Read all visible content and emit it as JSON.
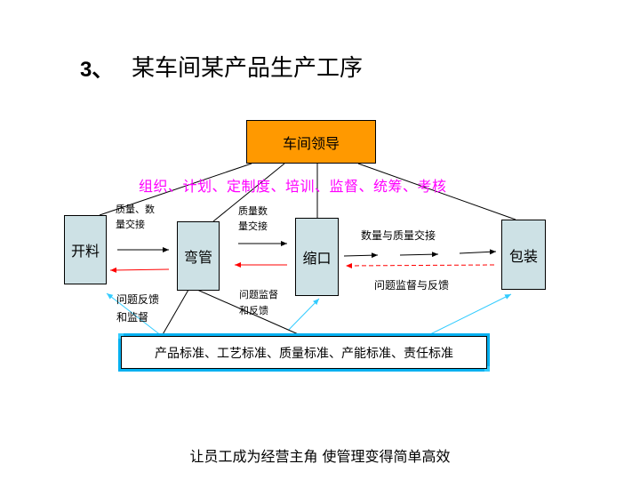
{
  "title": {
    "number": "3、",
    "text": "某车间某产品生产工序"
  },
  "leader": {
    "label": "车间领导"
  },
  "management_functions": "组织、计划、定制度、培训、监督、统筹、考核",
  "processes": [
    {
      "label": "开料"
    },
    {
      "label": "弯管"
    },
    {
      "label": "缩口"
    },
    {
      "label": "包装"
    }
  ],
  "annotations": {
    "handover_1": [
      "质量、数",
      "量交接"
    ],
    "handover_2": [
      "质量数",
      "量交接"
    ],
    "handover_3": "数量与质量交接",
    "feedback_1": [
      "问题反馈",
      "和监督"
    ],
    "feedback_2": [
      "问题监督",
      "和反馈"
    ],
    "feedback_3": "问题监督与反馈"
  },
  "standards": "产品标准、工艺标准、质量标准、产能标准、责任标准",
  "footer": "让员工成为经营主角  使管理变得简单高效",
  "colors": {
    "leader_fill": "#ff9900",
    "process_fill": "#cde1e5",
    "management_text": "#ff00ff",
    "feedback_arrow": "#ff0000",
    "standard_arrow": "#33ccff"
  }
}
